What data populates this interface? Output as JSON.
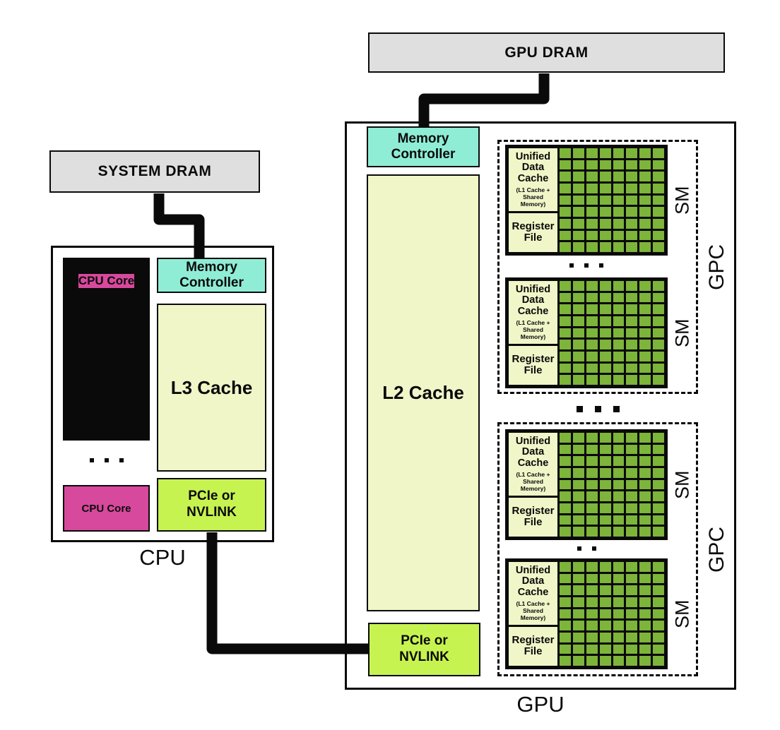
{
  "colors": {
    "dram": "#DFDFDF",
    "magenta": "#D7499C",
    "cyan": "#8FEDD6",
    "pale": "#F0F6C8",
    "lime": "#C7F351",
    "green": "#7DB43A"
  },
  "cpu_side": {
    "system_dram_label": "SYSTEM DRAM",
    "box_label": "CPU",
    "core_label": "CPU Core",
    "core_stack_count": 4,
    "cores_ellipsis_dots": 3,
    "bottom_core_label": "CPU Core",
    "memory_controller_label": "Memory Controller",
    "l3_cache_label": "L3 Cache",
    "pcie_label": "PCIe or NVLINK"
  },
  "gpu_side": {
    "gpu_dram_label": "GPU DRAM",
    "box_label": "GPU",
    "memory_controller_label": "Memory Controller",
    "l2_cache_label": "L2 Cache",
    "pcie_label": "PCIe or NVLINK",
    "gpc_label": "GPC",
    "sm_label": "SM",
    "unified_cache_title": "Unified Data Cache",
    "unified_cache_subtitle": "(L1 Cache + Shared Memory)",
    "register_file_label": "Register File",
    "sm_grid": {
      "cols": 8,
      "rows": 9
    },
    "gpc_count": 2,
    "sms_per_gpc": 2,
    "sm_gap_dots": [
      3,
      2
    ],
    "gpc_gap_dots": 3
  }
}
